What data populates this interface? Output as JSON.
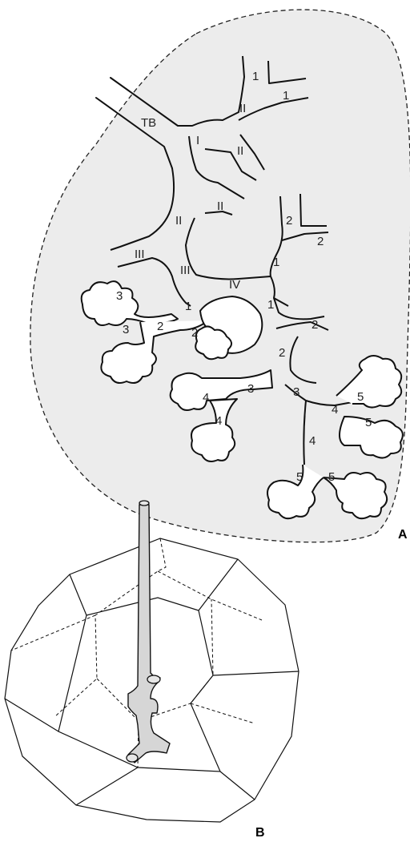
{
  "panel_a": {
    "letter": "A",
    "labels": {
      "tb": "TB",
      "gen_1": "I",
      "gen_2": "II",
      "gen_3": "III",
      "gen_4": "IV",
      "n1": "1",
      "n2": "2",
      "n3": "3",
      "n4": "4",
      "n5": "5"
    }
  },
  "panel_b": {
    "letter": "B"
  }
}
